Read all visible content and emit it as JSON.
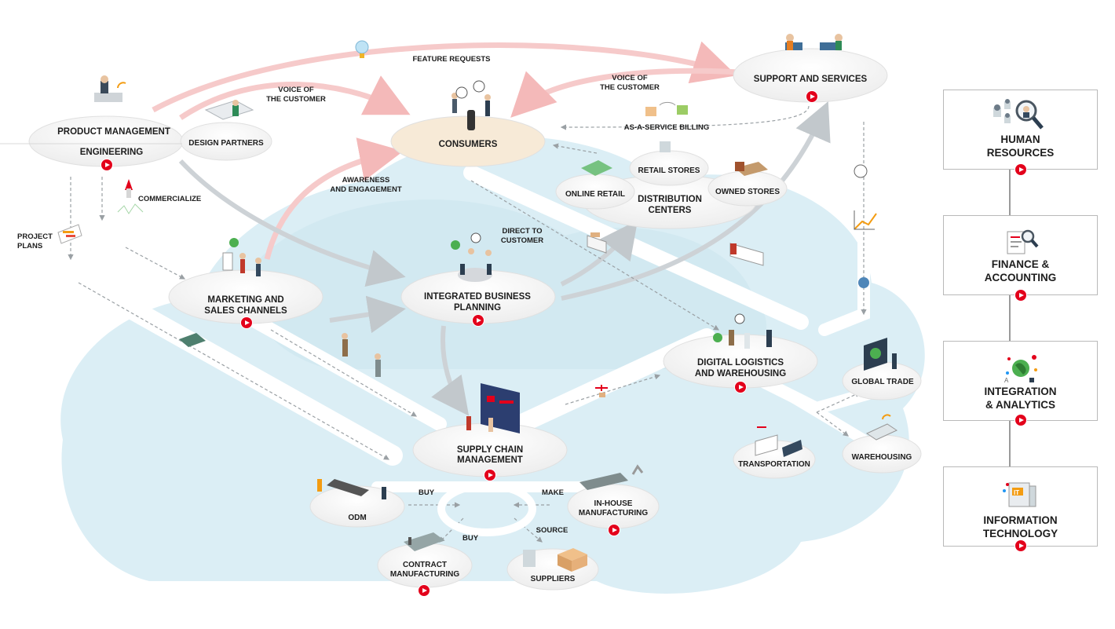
{
  "nodes": {
    "product_management": "PRODUCT MANAGEMENT",
    "engineering": "ENGINEERING",
    "design_partners": "DESIGN PARTNERS",
    "consumers": "CONSUMERS",
    "support_services": "SUPPORT AND SERVICES",
    "online_retail": "ONLINE RETAIL",
    "retail_stores": "RETAIL STORES",
    "owned_stores": "OWNED STORES",
    "distribution_centers_1": "DISTRIBUTION",
    "distribution_centers_2": "CENTERS",
    "marketing_1": "MARKETING AND",
    "marketing_2": "SALES CHANNELS",
    "ibp_1": "INTEGRATED BUSINESS",
    "ibp_2": "PLANNING",
    "dlw_1": "DIGITAL LOGISTICS",
    "dlw_2": "AND WAREHOUSING",
    "global_trade": "GLOBAL TRADE",
    "transportation": "TRANSPORTATION",
    "warehousing": "WAREHOUSING",
    "scm_1": "SUPPLY CHAIN",
    "scm_2": "MANAGEMENT",
    "odm": "ODM",
    "inhouse_1": "IN-HOUSE",
    "inhouse_2": "MANUFACTURING",
    "contract_1": "CONTRACT",
    "contract_2": "MANUFACTURING",
    "suppliers": "SUPPLIERS"
  },
  "edges": {
    "feature_requests": "FEATURE REQUESTS",
    "voc_left_1": "VOICE OF",
    "voc_left_2": "THE CUSTOMER",
    "voc_right_1": "VOICE OF",
    "voc_right_2": "THE CUSTOMER",
    "aas_billing": "AS-A-SERVICE BILLING",
    "commercialize": "COMMERCIALIZE",
    "project_plans_1": "PROJECT",
    "project_plans_2": "PLANS",
    "awareness_1": "AWARENESS",
    "awareness_2": "AND ENGAGEMENT",
    "dtc_1": "DIRECT TO",
    "dtc_2": "CUSTOMER",
    "buy_top": "BUY",
    "make": "MAKE",
    "buy_bottom": "BUY",
    "source": "SOURCE"
  },
  "sidebar": {
    "hr": "HUMAN\nRESOURCES",
    "finance": "FINANCE &\nACCOUNTING",
    "integration": "INTEGRATION\n& ANALYTICS",
    "it": "INFORMATION\nTECHNOLOGY",
    "it_icon_text": "IT"
  },
  "colors": {
    "accent_red": "#e3001b",
    "cloud_blue": "#dbeef5",
    "node_grey": "#f1f1f1",
    "consumer_beige": "#f7ead7",
    "arrow_pink": "#f6c9c9",
    "arrow_grey": "#c9ced2"
  }
}
